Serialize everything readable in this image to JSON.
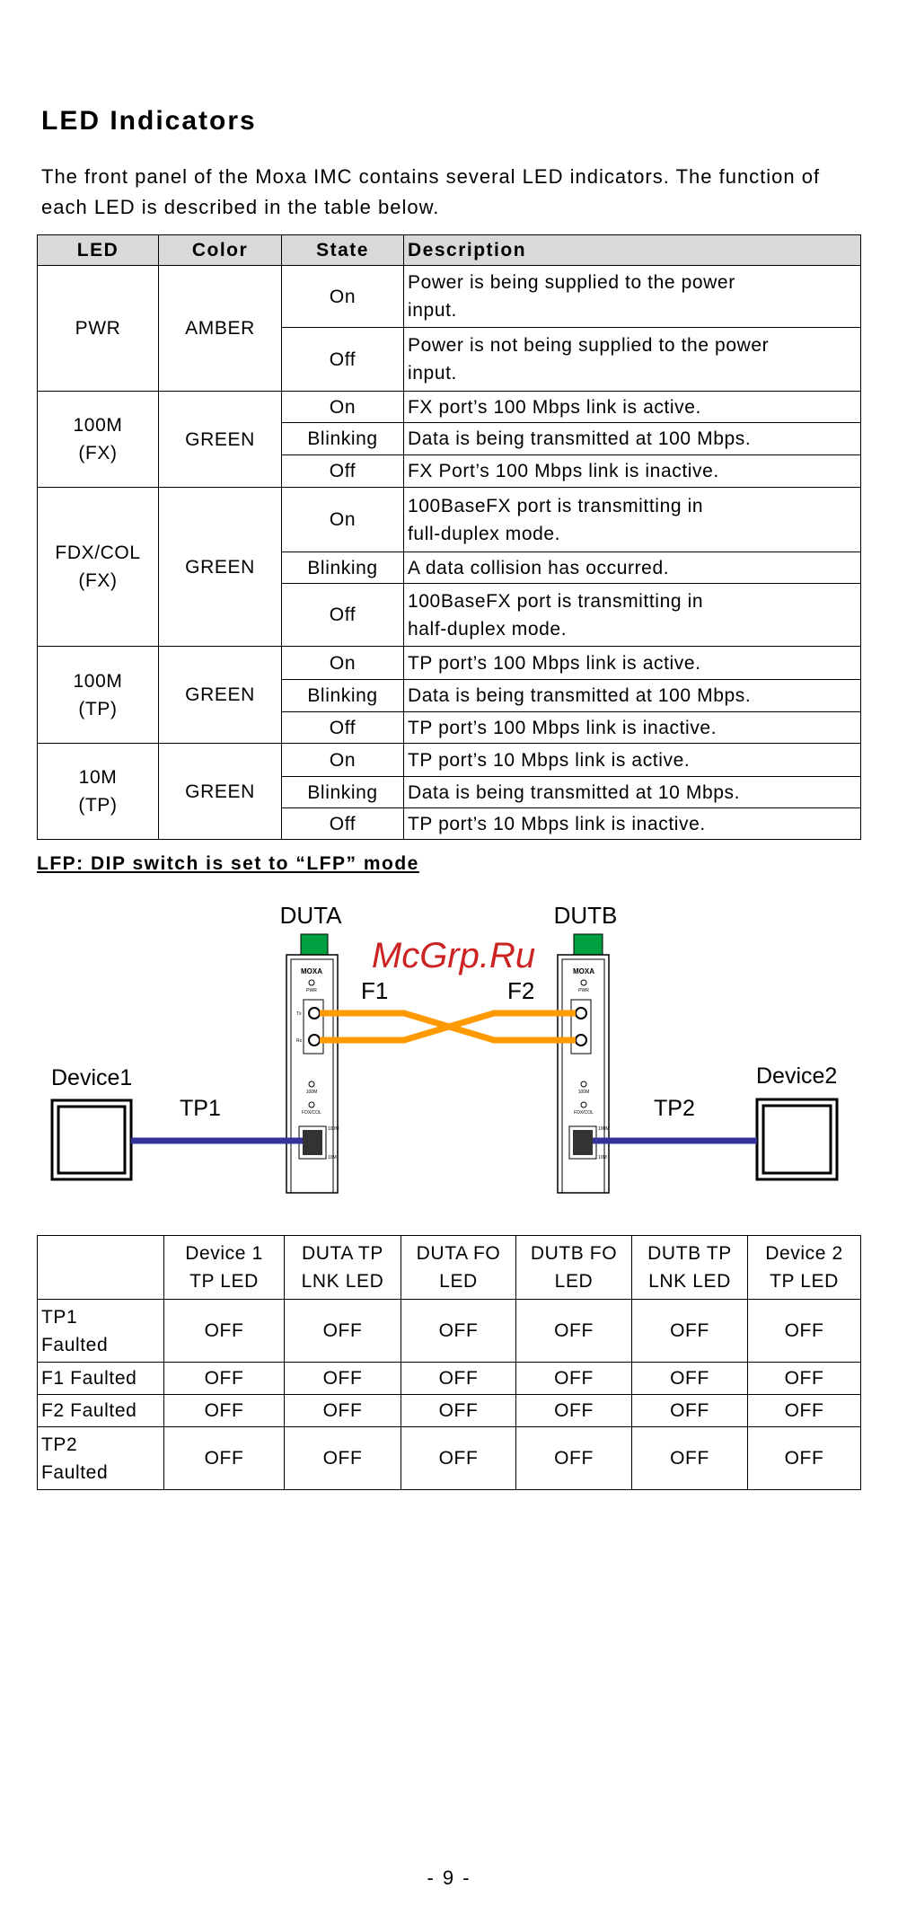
{
  "section": {
    "title": "LED Indicators",
    "intro": "The front panel of the Moxa IMC contains several LED indicators. The function of each LED is described in the table below."
  },
  "led_table": {
    "headers": [
      "LED",
      "Color",
      "State",
      "Description"
    ],
    "groups": [
      {
        "led": [
          "PWR"
        ],
        "color": "AMBER",
        "rows": [
          {
            "state": "On",
            "desc": [
              "Power is being supplied to the power",
              "input."
            ]
          },
          {
            "state": "Off",
            "desc": [
              "Power is not being supplied to the power",
              "input."
            ]
          }
        ]
      },
      {
        "led": [
          "100M",
          "(FX)"
        ],
        "color": "GREEN",
        "rows": [
          {
            "state": "On",
            "desc": [
              "FX port’s 100 Mbps link is active."
            ]
          },
          {
            "state": "Blinking",
            "desc": [
              "Data is being transmitted at 100 Mbps."
            ]
          },
          {
            "state": "Off",
            "desc": [
              "FX Port’s 100 Mbps link is inactive."
            ]
          }
        ]
      },
      {
        "led": [
          "FDX/COL",
          "(FX)"
        ],
        "color": "GREEN",
        "rows": [
          {
            "state": "On",
            "desc": [
              "100BaseFX port is transmitting in",
              "full-duplex mode."
            ]
          },
          {
            "state": "Blinking",
            "desc": [
              "A data collision has occurred."
            ]
          },
          {
            "state": "Off",
            "desc": [
              "100BaseFX port is transmitting in",
              "half-duplex mode."
            ]
          }
        ]
      },
      {
        "led": [
          "100M",
          "(TP)"
        ],
        "color": "GREEN",
        "rows": [
          {
            "state": "On",
            "desc": [
              "TP port’s 100 Mbps link is active."
            ]
          },
          {
            "state": "Blinking",
            "desc": [
              "Data is being transmitted at 100 Mbps."
            ]
          },
          {
            "state": "Off",
            "desc": [
              "TP port’s 100 Mbps link is inactive."
            ]
          }
        ]
      },
      {
        "led": [
          "10M",
          "(TP)"
        ],
        "color": "GREEN",
        "rows": [
          {
            "state": "On",
            "desc": [
              "TP port’s 10 Mbps link is active."
            ]
          },
          {
            "state": "Blinking",
            "desc": [
              "Data is being transmitted at 10 Mbps."
            ]
          },
          {
            "state": "Off",
            "desc": [
              "TP port’s 10 Mbps link is inactive."
            ]
          }
        ]
      }
    ]
  },
  "lfp_heading": "LFP: DIP switch is set to “LFP” mode",
  "diagram": {
    "duta": "DUTA",
    "dutb": "DUTB",
    "f1": "F1",
    "f2": "F2",
    "device1": "Device1",
    "device2": "Device2",
    "tp1": "TP1",
    "tp2": "TP2",
    "brand": "MOXA",
    "led_pwr": "PWR",
    "led_100m": "100M",
    "led_fdx": "FDX/COL",
    "port_100m": "100M",
    "port_10m": "10M",
    "tx": "Tx",
    "rx": "Rx",
    "watermark": "McGrp.Ru",
    "colors": {
      "fiber": "#ff9900",
      "tp": "#333399",
      "tab": "#00a040",
      "watermark": "#cc2222"
    }
  },
  "fault_table": {
    "headers": [
      [
        "",
        ""
      ],
      [
        "Device 1",
        "TP LED"
      ],
      [
        "DUTA TP",
        "LNK LED"
      ],
      [
        "DUTA FO",
        "LED"
      ],
      [
        "DUTB FO",
        "LED"
      ],
      [
        "DUTB TP",
        "LNK LED"
      ],
      [
        "Device 2",
        "TP LED"
      ]
    ],
    "rows": [
      {
        "label": [
          "TP1",
          "Faulted"
        ],
        "values": [
          "OFF",
          "OFF",
          "OFF",
          "OFF",
          "OFF",
          "OFF"
        ]
      },
      {
        "label": [
          "F1 Faulted"
        ],
        "values": [
          "OFF",
          "OFF",
          "OFF",
          "OFF",
          "OFF",
          "OFF"
        ]
      },
      {
        "label": [
          "F2 Faulted"
        ],
        "values": [
          "OFF",
          "OFF",
          "OFF",
          "OFF",
          "OFF",
          "OFF"
        ]
      },
      {
        "label": [
          "TP2",
          "Faulted"
        ],
        "values": [
          "OFF",
          "OFF",
          "OFF",
          "OFF",
          "OFF",
          "OFF"
        ]
      }
    ]
  },
  "page_number": "- 9 -"
}
